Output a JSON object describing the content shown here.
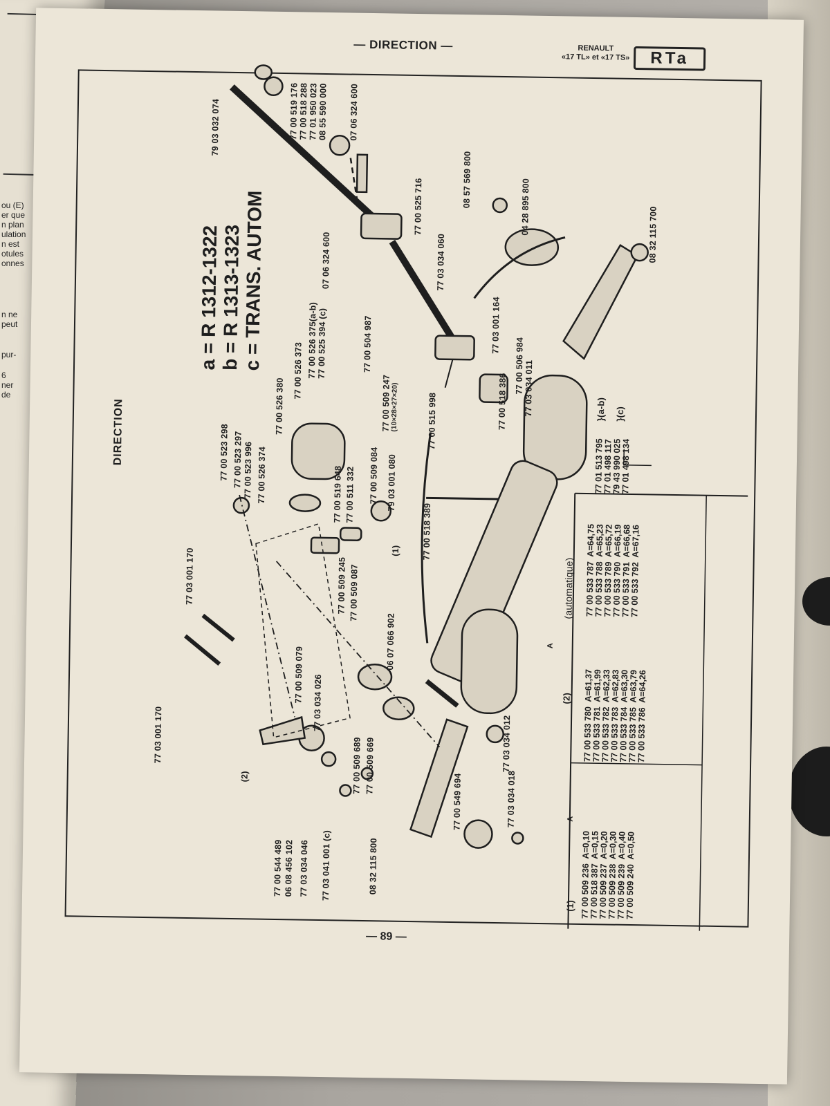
{
  "header": {
    "title": "— DIRECTION —",
    "brand": "RENAULT",
    "models": "«17 TL» et «17 TS»",
    "logo": "RTa"
  },
  "page_number": "— 89 —",
  "section_title": "DIRECTION",
  "legend": [
    "a = R 1312-1322",
    "b = R 1313-1323",
    "c = TRANS. AUTOM"
  ],
  "left_page_fragments": [
    "ou (E)",
    "er que",
    "n plan",
    "ulation",
    "n est",
    "otules",
    "onnes",
    "n ne",
    "peut",
    "pur-",
    "6",
    "ner",
    "de"
  ],
  "part_labels": [
    "79 03 032 074",
    "77 00 519 176",
    "77 00 518 288",
    "77 01 950 023",
    "08 55 590 000",
    "07 06 324 600",
    "77 00 525 716",
    "08 57 569 800",
    "04 28 895 800",
    "77 03 034 060",
    "07 06 324 600",
    "77 00 526 375(a-b)",
    "77 00 525 394 (c)",
    "77 00 504 987",
    "77 00 526 373",
    "77 03 001 164",
    "08 32 115 700",
    "77 00 506 984",
    "77 03 034 011",
    "77 00 518 386",
    "77 00 509 247",
    "(10×28×27×20)",
    "77 00 526 380",
    "77 00 515 998",
    "77 00 523 298",
    "77 00 523 297",
    "77 00 523 996",
    "77 00 526 374",
    "77 00 519 648",
    "77 00 511 332",
    "77 00 509 084",
    "79 03 001 080",
    "77 00 518 389",
    "(1)",
    "77 03 001 170",
    "77 00 509 245",
    "77 00 509 087",
    "77 00 509 079",
    "77 03 034 026",
    "06 07 066 902",
    "77 03 001 170",
    "(2)",
    "77 00 509 689",
    "77 00 509 669",
    "77 03 034 012",
    "77 00 544 489",
    "06 08 456 102",
    "77 03 034 046",
    "77 03 041 001 (c)",
    "77 00 549 694",
    "77 03 034 018",
    "08 32 115 800"
  ],
  "bracket_group": {
    "items": [
      "77 01 513 795",
      "77 01 498 117",
      "79 43 990 025",
      "77 01 498 134"
    ],
    "label_ab": "}(a-b)",
    "label_c": "}(c)"
  },
  "tables": {
    "table1": {
      "label": "(1)",
      "axis": "A",
      "rows": [
        [
          "77 00 509 236",
          "A=0,10"
        ],
        [
          "77 00 518 387",
          "A=0,15"
        ],
        [
          "77 00 509 237",
          "A=0,20"
        ],
        [
          "77 00 509 238",
          "A=0,30"
        ],
        [
          "77 00 509 239",
          "A=0,40"
        ],
        [
          "77 00 509 240",
          "A=0,50"
        ]
      ]
    },
    "table2": {
      "label": "(2)",
      "axis": "A",
      "note": "(automatique)",
      "col1": [
        [
          "77 00 533 780",
          "A=61,37"
        ],
        [
          "77 00 533 781",
          "A=61,99"
        ],
        [
          "77 00 533 782",
          "A=62,33"
        ],
        [
          "77 00 533 783",
          "A=62,83"
        ],
        [
          "77 00 533 784",
          "A=63,30"
        ],
        [
          "77 00 533 785",
          "A=63,79"
        ],
        [
          "77 00 533 786",
          "A=64,26"
        ]
      ],
      "col2": [
        [
          "77 00 533 787",
          "A=64,75"
        ],
        [
          "77 00 533 788",
          "A=65,23"
        ],
        [
          "77 00 533 789",
          "A=65,72"
        ],
        [
          "77 00 533 790",
          "A=66,19"
        ],
        [
          "77 00 533 791",
          "A=66,68"
        ],
        [
          "77 00 533 792",
          "A=67,16"
        ]
      ]
    }
  }
}
